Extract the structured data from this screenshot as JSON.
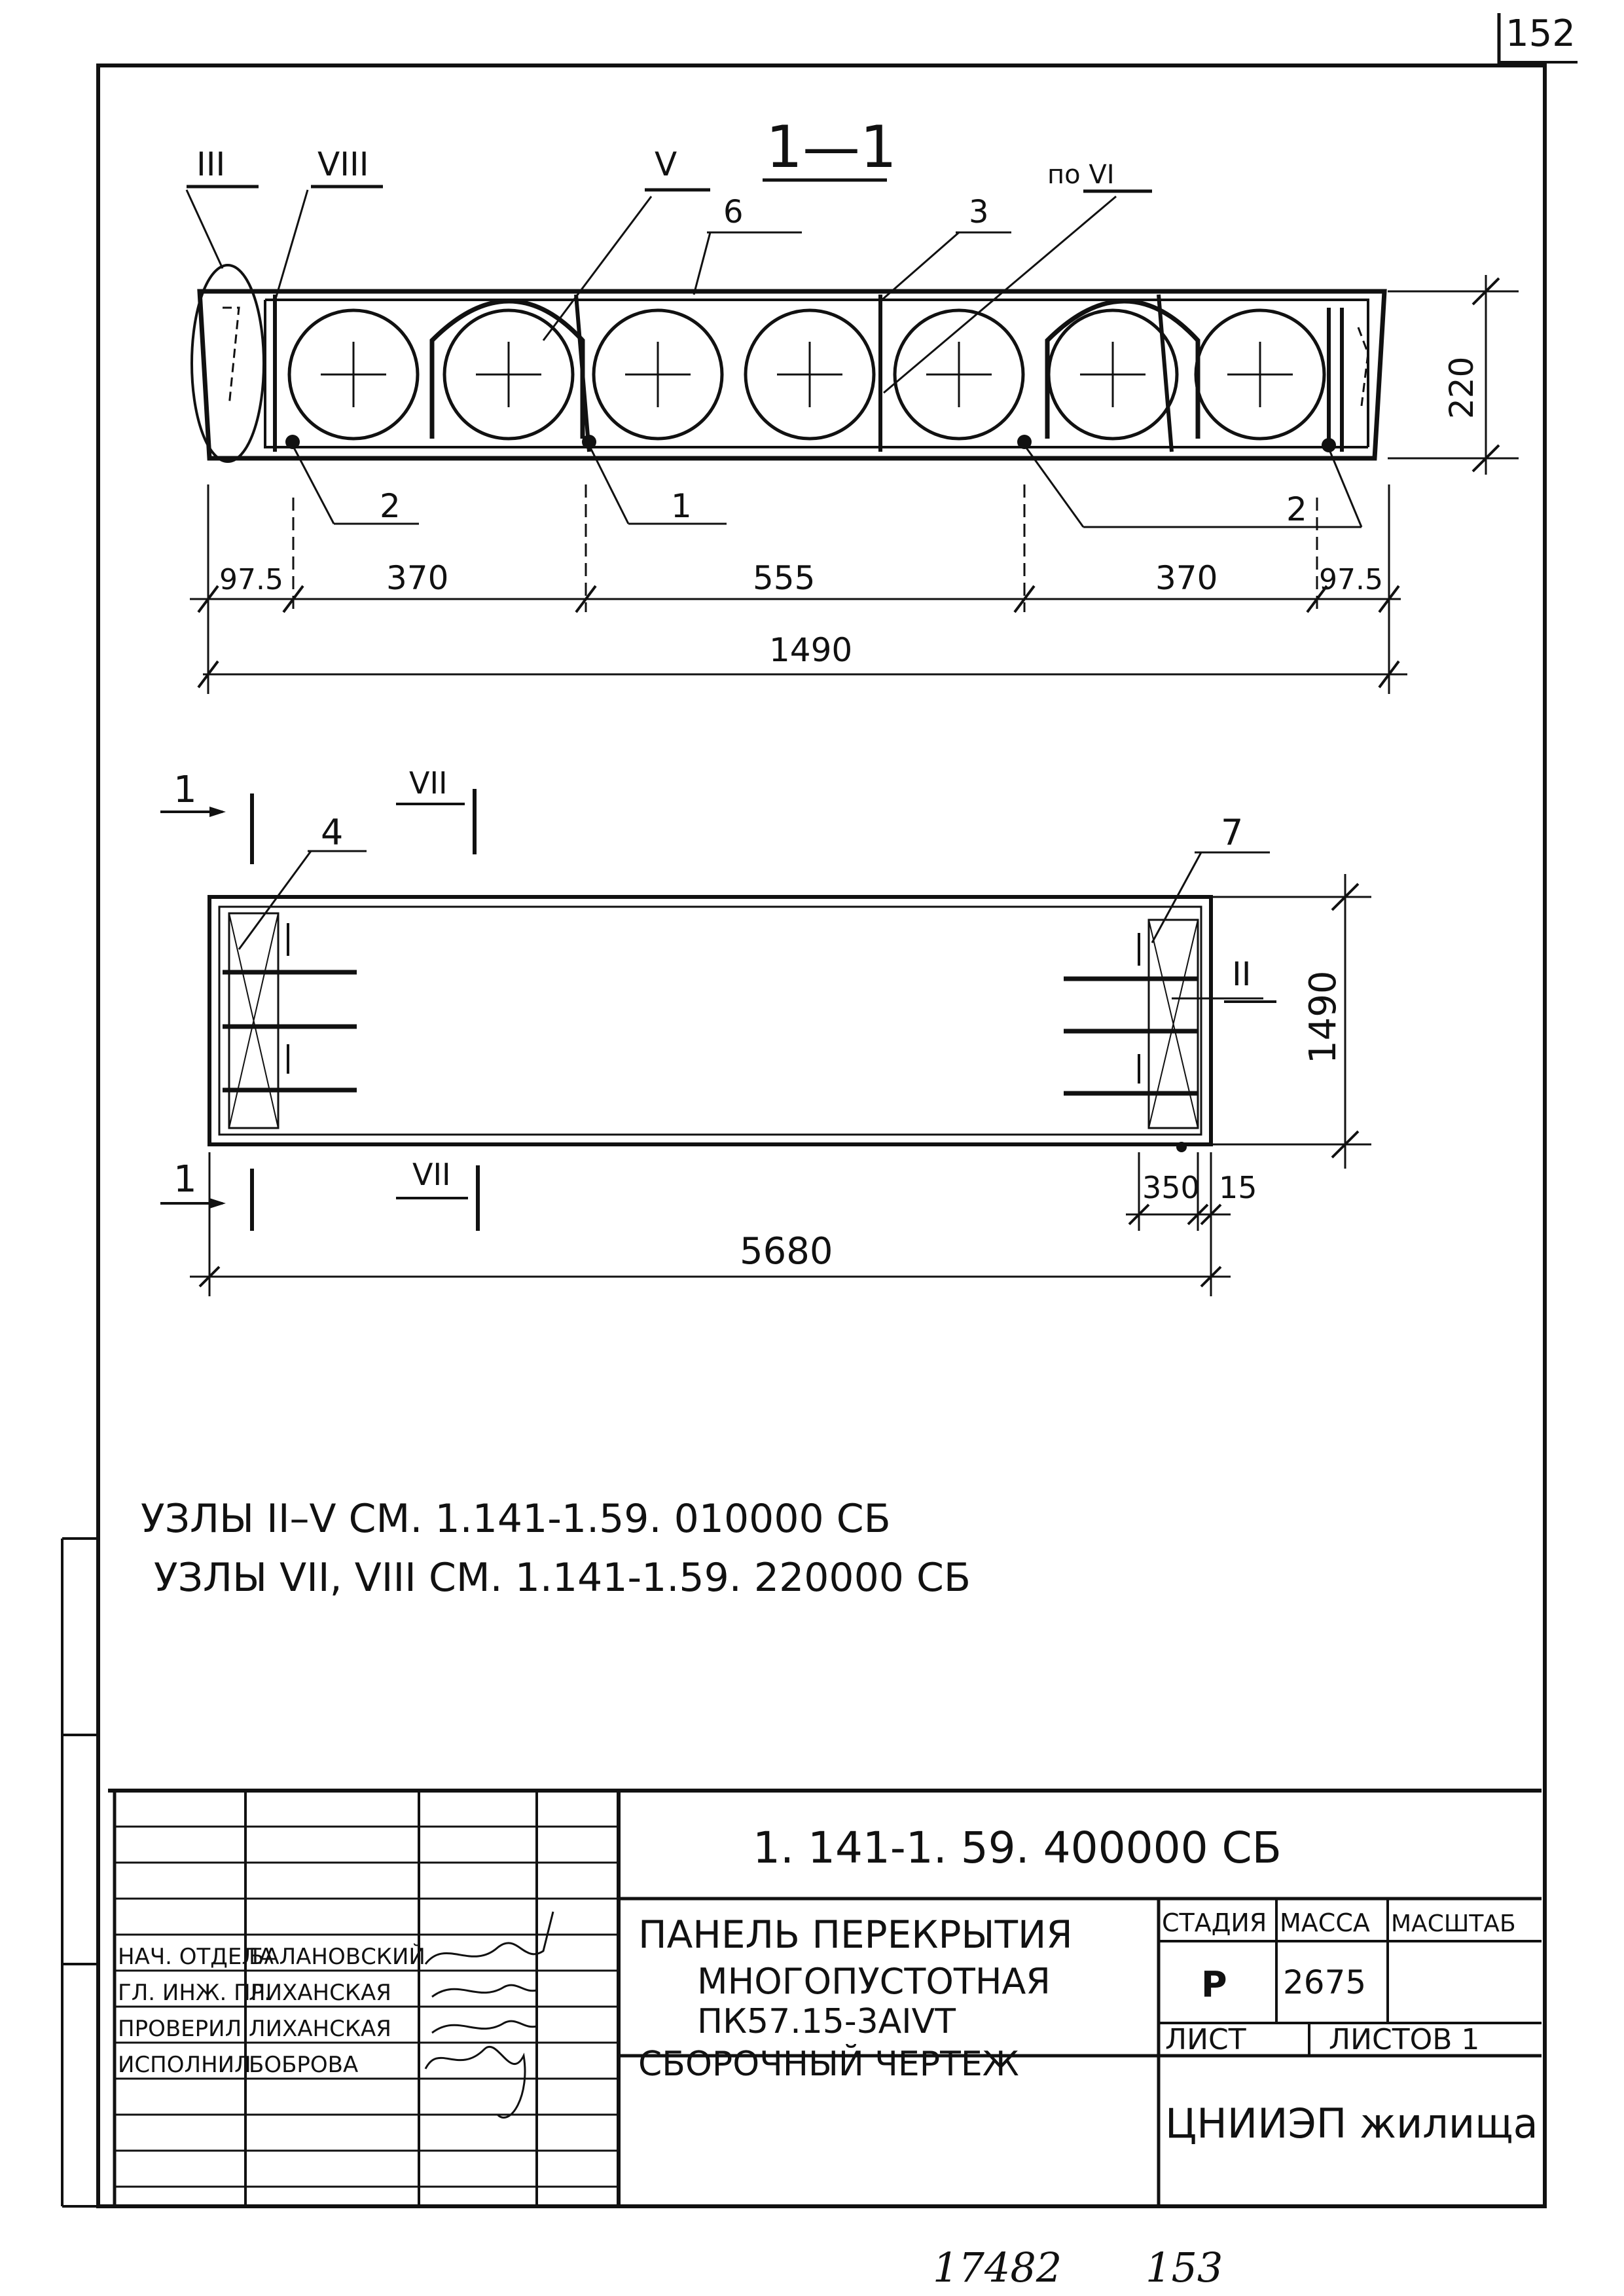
{
  "corner_sheet_number": "152",
  "section": {
    "title": "1—1",
    "callouts": {
      "iii": "III",
      "viii": "VIII",
      "v": "V",
      "po_vi": "по VI",
      "six": "6",
      "three": "3"
    },
    "bottom_labels": {
      "two_left": "2",
      "one": "1",
      "two_right": "2"
    },
    "height": "220",
    "dims": [
      "97.5",
      "370",
      "555",
      "370",
      "97.5"
    ],
    "overall": "1490",
    "hollow_cores": 7
  },
  "plan": {
    "section_mark_top": "1",
    "section_mark_bottom": "1",
    "vii_top": "VII",
    "vii_bottom": "VII",
    "callout_4": "4",
    "callout_7": "7",
    "node_ii": "II",
    "width": "1490",
    "end_dim": "350",
    "gap_dim": "15",
    "length": "5680"
  },
  "notes": [
    "УЗЛЫ II–V  СМ. 1.141-1.59. 010000  СБ",
    "УЗЛЫ VII, VIII  СМ. 1.141-1.59. 220000  СБ"
  ],
  "title_block": {
    "doc_code": "1. 141-1. 59. 400000 СБ",
    "name_lines": [
      "ПАНЕЛЬ ПЕРЕКРЫТИЯ",
      "МНОГОПУСТОТНАЯ",
      "ПК57.15-3АIVТ",
      "СБОРОЧНЫЙ ЧЕРТЕЖ"
    ],
    "headers": {
      "stage": "СТАДИЯ",
      "mass": "МАССА",
      "scale": "МАСШТАБ"
    },
    "stage": "Р",
    "mass": "2675",
    "scale": "",
    "sheet_label": "ЛИСТ",
    "sheets_label": "ЛИСТОВ 1",
    "organization": "ЦНИИЭП жилища",
    "signatures": [
      {
        "role": "НАЧ. ОТДЕЛА",
        "name": "БАЛАНОВСКИЙ"
      },
      {
        "role": "ГЛ. ИНЖ. ПР.",
        "name": "ЛИХАНСКАЯ"
      },
      {
        "role": "ПРОВЕРИЛ",
        "name": "ЛИХАНСКАЯ"
      },
      {
        "role": "ИСПОЛНИЛ",
        "name": "БОБРОВА"
      }
    ]
  },
  "bottom_handwriting": [
    "17482",
    "153"
  ]
}
